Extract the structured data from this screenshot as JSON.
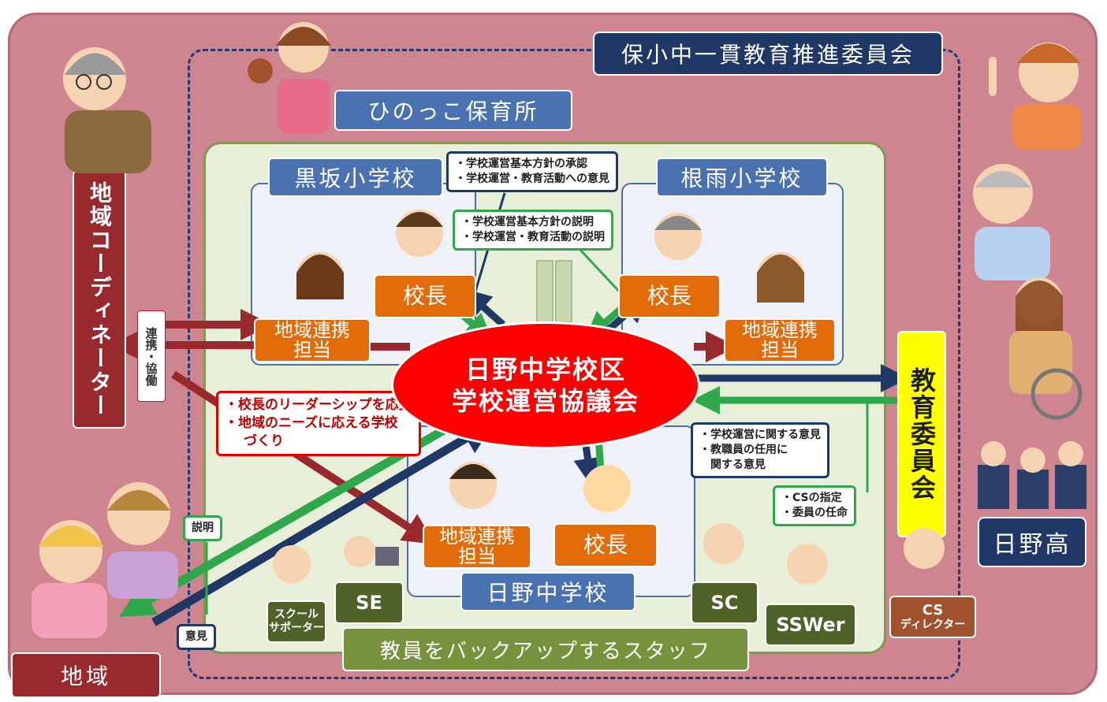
{
  "council_title": "保小中一貫教育推進委員会",
  "nursery": "ひのっこ保育所",
  "schools": {
    "kurosaka": "黒坂小学校",
    "nebara": "根雨小学校",
    "hino_jh": "日野中学校"
  },
  "principal": "校長",
  "liaison": [
    "地域連携",
    "担当"
  ],
  "council": {
    "line1": "日野中学校区",
    "line2": "学校運営協議会"
  },
  "coordinator": "地域コーディネーター",
  "coordination": "連携・協働",
  "board_of_education": "教育委員会",
  "hino_high": "日野高",
  "region": "地域",
  "callouts": {
    "approval": [
      "・学校運営基本方針の承認",
      "・学校運営・教育活動への意見"
    ],
    "explanation": [
      "・学校運営基本方針の説明",
      "・学校運営・教育活動の説明"
    ],
    "support": [
      "・校長のリーダーシップを応援",
      "・地域のニーズに応える学校",
      "づくり"
    ],
    "opinions": [
      "・学校運営に関する意見",
      "・教職員の任用に",
      "関する意見"
    ],
    "cs_designation": [
      "・CSの指定",
      "・委員の任命"
    ],
    "explain_small": "説明",
    "opinion_small": "意見"
  },
  "staff": {
    "school_supporter": [
      "スクール",
      "サポーター"
    ],
    "se": "SE",
    "sc": "SC",
    "sswer": "SSWer",
    "backup_staff": "教員をバックアップするスタッフ",
    "cs_director": [
      "CS",
      "ディレクター"
    ]
  },
  "colors": {
    "outer": "#cf8590",
    "council_red": "#ff0000",
    "navy": "#1f3865",
    "blue": "#4a72b0",
    "orange": "#e36c0a",
    "olive": "#4f6228",
    "brown": "#98292c",
    "green_arrow": "#2ea84a",
    "yellow": "#ffff00"
  }
}
